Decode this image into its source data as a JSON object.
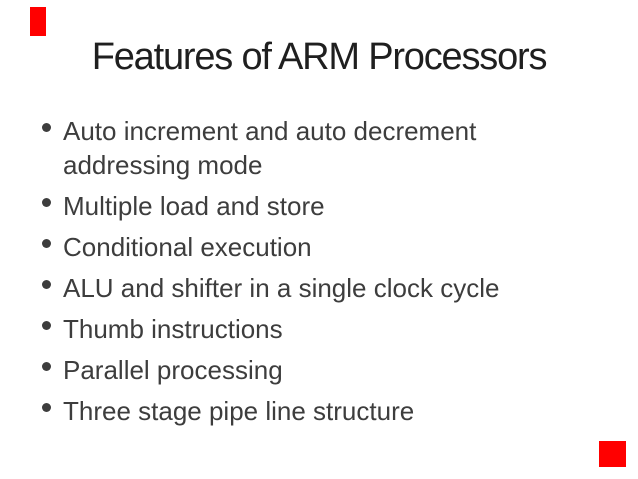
{
  "slide": {
    "title": "Features of ARM Processors",
    "bullets": [
      "Auto increment and auto decrement addressing mode",
      "Multiple load and store",
      "Conditional execution",
      "ALU and shifter in a single clock cycle",
      "Thumb instructions",
      "Parallel processing",
      "Three stage pipe line structure"
    ]
  },
  "markers": {
    "color": "#ff0000"
  },
  "colors": {
    "background": "#ffffff",
    "title_text": "#1f1f1f",
    "body_text": "#3d3d3d"
  }
}
